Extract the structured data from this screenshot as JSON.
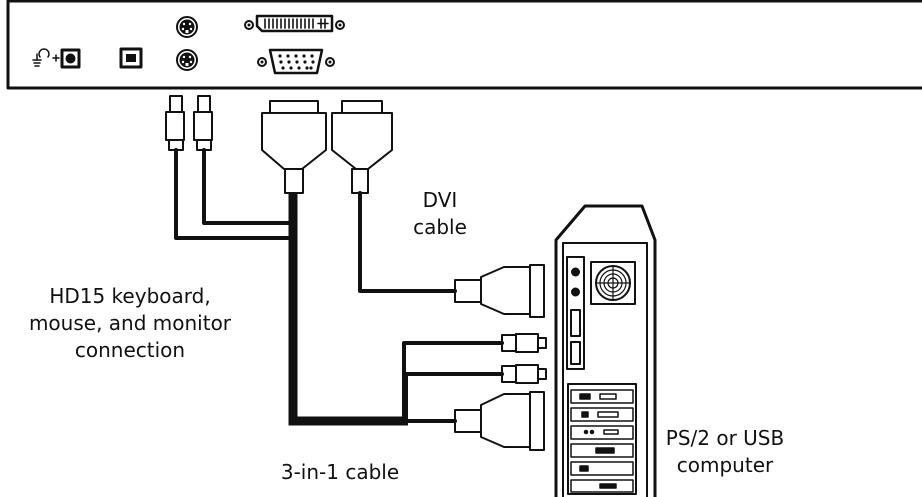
{
  "labels": {
    "dvi": [
      "DVI",
      "cable"
    ],
    "hd15": [
      "HD15 keyboard,",
      "mouse, and monitor",
      "connection"
    ],
    "three_in_one": [
      "3-in-1 cable"
    ],
    "computer": [
      "PS/2 or USB",
      "computer"
    ]
  },
  "colors": {
    "line": "#111111",
    "background": "#ffffff"
  }
}
